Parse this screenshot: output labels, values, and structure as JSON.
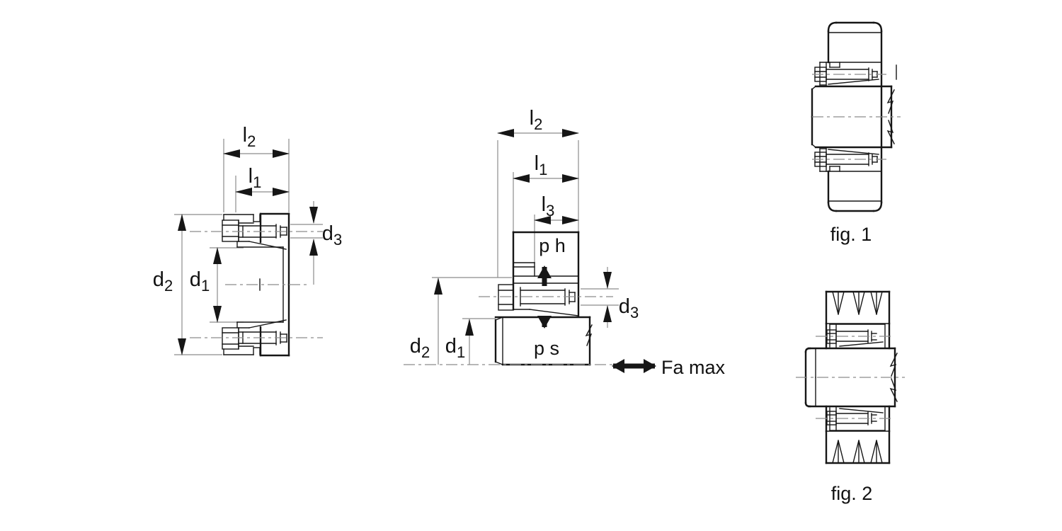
{
  "left_view": {
    "labels": {
      "l2": {
        "base": "l",
        "sub": "2"
      },
      "l1": {
        "base": "l",
        "sub": "1"
      },
      "d2": {
        "base": "d",
        "sub": "2"
      },
      "d1": {
        "base": "d",
        "sub": "1"
      },
      "d3": {
        "base": "d",
        "sub": "3"
      }
    }
  },
  "middle_view": {
    "labels": {
      "l2": {
        "base": "l",
        "sub": "2"
      },
      "l1": {
        "base": "l",
        "sub": "1"
      },
      "l3": {
        "base": "l",
        "sub": "3"
      },
      "d2": {
        "base": "d",
        "sub": "2"
      },
      "d1": {
        "base": "d",
        "sub": "1"
      },
      "d3": {
        "base": "d",
        "sub": "3"
      }
    },
    "annotations": {
      "hub_pressure_label": "p h",
      "shaft_pressure_label": "p s",
      "axial_force_label": "Fa max"
    }
  },
  "figures": {
    "fig1_caption": "fig. 1",
    "fig2_caption": "fig. 2"
  },
  "colors": {
    "line": "#161616",
    "dim_line": "#8c8c8c",
    "background": "#ffffff"
  }
}
